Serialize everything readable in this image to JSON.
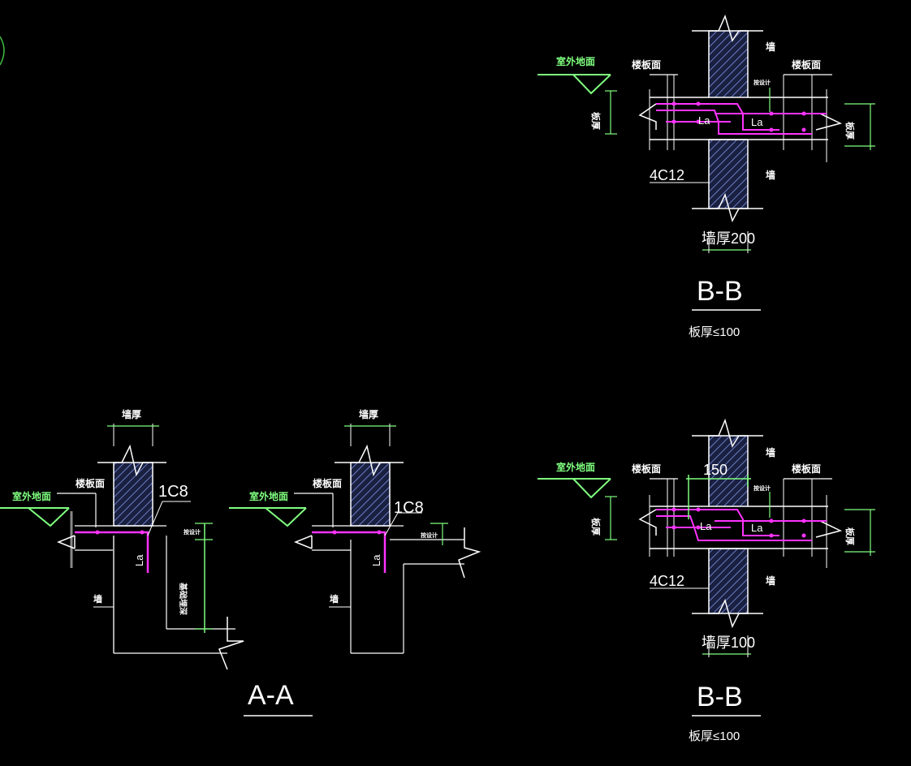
{
  "colors": {
    "background": "#000000",
    "linework": "#ffffff",
    "dimension": "#7fff7f",
    "rebar": "#ff33ff",
    "ground": "#7fff7f",
    "hatch": "#6b7dc4"
  },
  "sections": {
    "aa": {
      "title": "A-A",
      "left": {
        "top_dim": "墙厚",
        "ground_label": "室外地面",
        "slab_label": "楼板面",
        "rebar_label": "1C8",
        "anchor_label": "La",
        "depth_label": "基础埋深",
        "side_label": "墙",
        "small_dim": "按设计"
      },
      "right": {
        "top_dim": "墙厚",
        "ground_label": "室外地面",
        "slab_label": "楼板面",
        "rebar_label": "1C8",
        "anchor_label": "La",
        "side_label": "墙",
        "small_dim": "按设计"
      }
    },
    "bb_top": {
      "title": "B-B",
      "subtitle": "板厚≤100",
      "ground_label": "室外地面",
      "slab_left": "楼板面",
      "slab_right": "楼板面",
      "rebar_label": "4C12",
      "wall_label_top": "墙",
      "wall_label_bottom": "墙",
      "anchor_left": "La",
      "anchor_right": "La",
      "dim_left": "板厚",
      "dim_right": "板厚",
      "small_dim": "按设计",
      "bottom_dim": "墙厚200"
    },
    "bb_bottom": {
      "title": "B-B",
      "subtitle": "板厚≤100",
      "ground_label": "室外地面",
      "slab_left": "楼板面",
      "slab_right": "楼板面",
      "rebar_label": "4C12",
      "wall_label_top": "墙",
      "wall_label_bottom": "墙",
      "anchor_left": "La",
      "anchor_right": "La",
      "dim_left": "板厚",
      "dim_right": "板厚",
      "small_dim": "按设计",
      "top_dim": "150",
      "bottom_dim": "墙厚100"
    }
  }
}
